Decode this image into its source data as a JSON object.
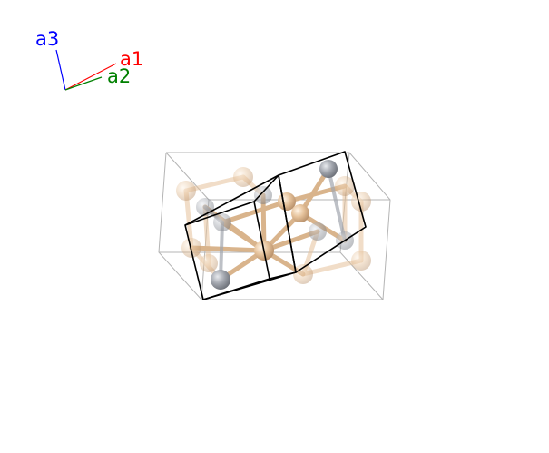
{
  "axes": {
    "a1": {
      "label": "a1",
      "color": "#ff0000"
    },
    "a2": {
      "label": "a2",
      "color": "#008000"
    },
    "a3": {
      "label": "a3",
      "color": "#0000ff"
    }
  },
  "colors": {
    "atom_tan": "#e6c39c",
    "atom_grey": "#a2a6ae",
    "supercell_edge": "#b4b4b4",
    "unit_cell_edge": "#000000"
  }
}
